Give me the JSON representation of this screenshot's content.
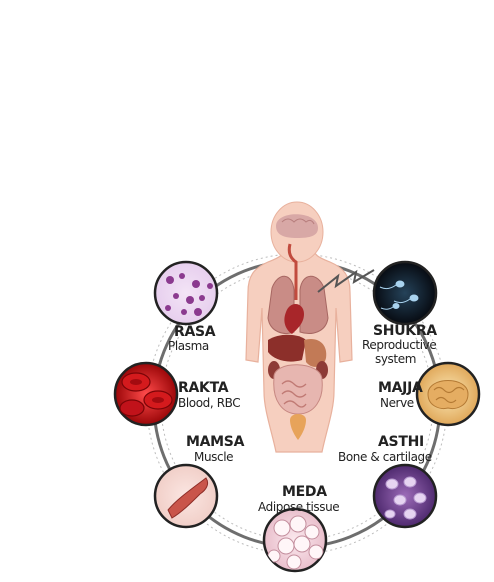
{
  "tissues": {
    "rasa": {
      "name": "RASA",
      "desc": "Plasma"
    },
    "rakta": {
      "name": "RAKTA",
      "desc": "Blood, RBC"
    },
    "mamsa": {
      "name": "MAMSA",
      "desc": "Muscle"
    },
    "meda": {
      "name": "MEDA",
      "desc": "Adipose tissue"
    },
    "asthi": {
      "name": "ASTHI",
      "desc": "Bone & cartilage"
    },
    "majja": {
      "name": "MAJJA",
      "desc": "Nerve"
    },
    "shukra": {
      "name": "SHUKRA",
      "desc": "Reproductive",
      "desc2": "system"
    }
  }
}
